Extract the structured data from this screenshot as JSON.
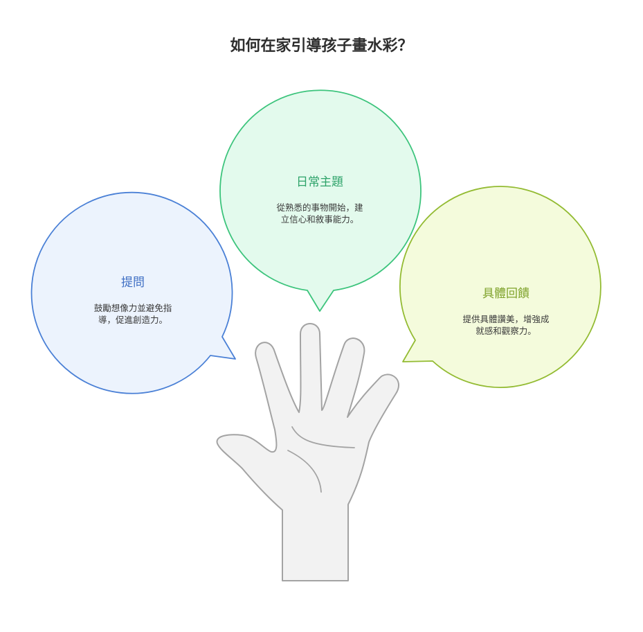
{
  "title": "如何在家引導孩子畫水彩？",
  "bubbles": [
    {
      "title": "提問",
      "desc_line1": "鼓勵想像力並避免指",
      "desc_line2": "導，促進創造力。",
      "color": "#4a80d6"
    },
    {
      "title": "日常主題",
      "desc_line1": "從熟悉的事物開始，建",
      "desc_line2": "立信心和敘事能力。",
      "color": "#3cc47c"
    },
    {
      "title": "具體回饋",
      "desc_line1": "提供具體讚美，增強成",
      "desc_line2": "就感和觀察力。",
      "color": "#93bb32"
    }
  ]
}
